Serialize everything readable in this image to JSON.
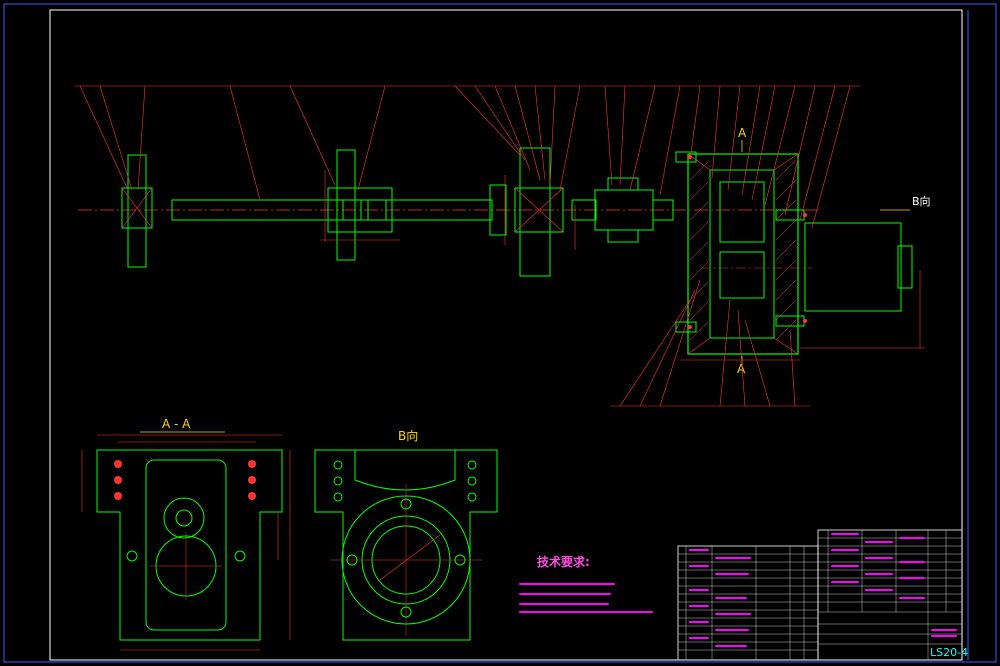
{
  "views": {
    "section_label": "A - A",
    "view_b_label": "B向",
    "view_b_arrow_label": "B向",
    "section_marker_top": "A",
    "section_marker_bottom": "A"
  },
  "technical_requirements": {
    "title": "技术要求:"
  },
  "title_block": {
    "drawing_number": "LS20-4"
  },
  "colors": {
    "background": "#000000",
    "frame": "#3a5cff",
    "outline": "#00ff00",
    "dimension": "#ff3333",
    "centerline": "#ff3333",
    "title_block_text": "#ff00ff",
    "note_text": "#ff00ff",
    "labels": "#ffd700"
  },
  "icons": {
    "sectioned_view": "cad-hatch",
    "bolt_hole": "circle-cross",
    "shaft": "cylinder"
  }
}
